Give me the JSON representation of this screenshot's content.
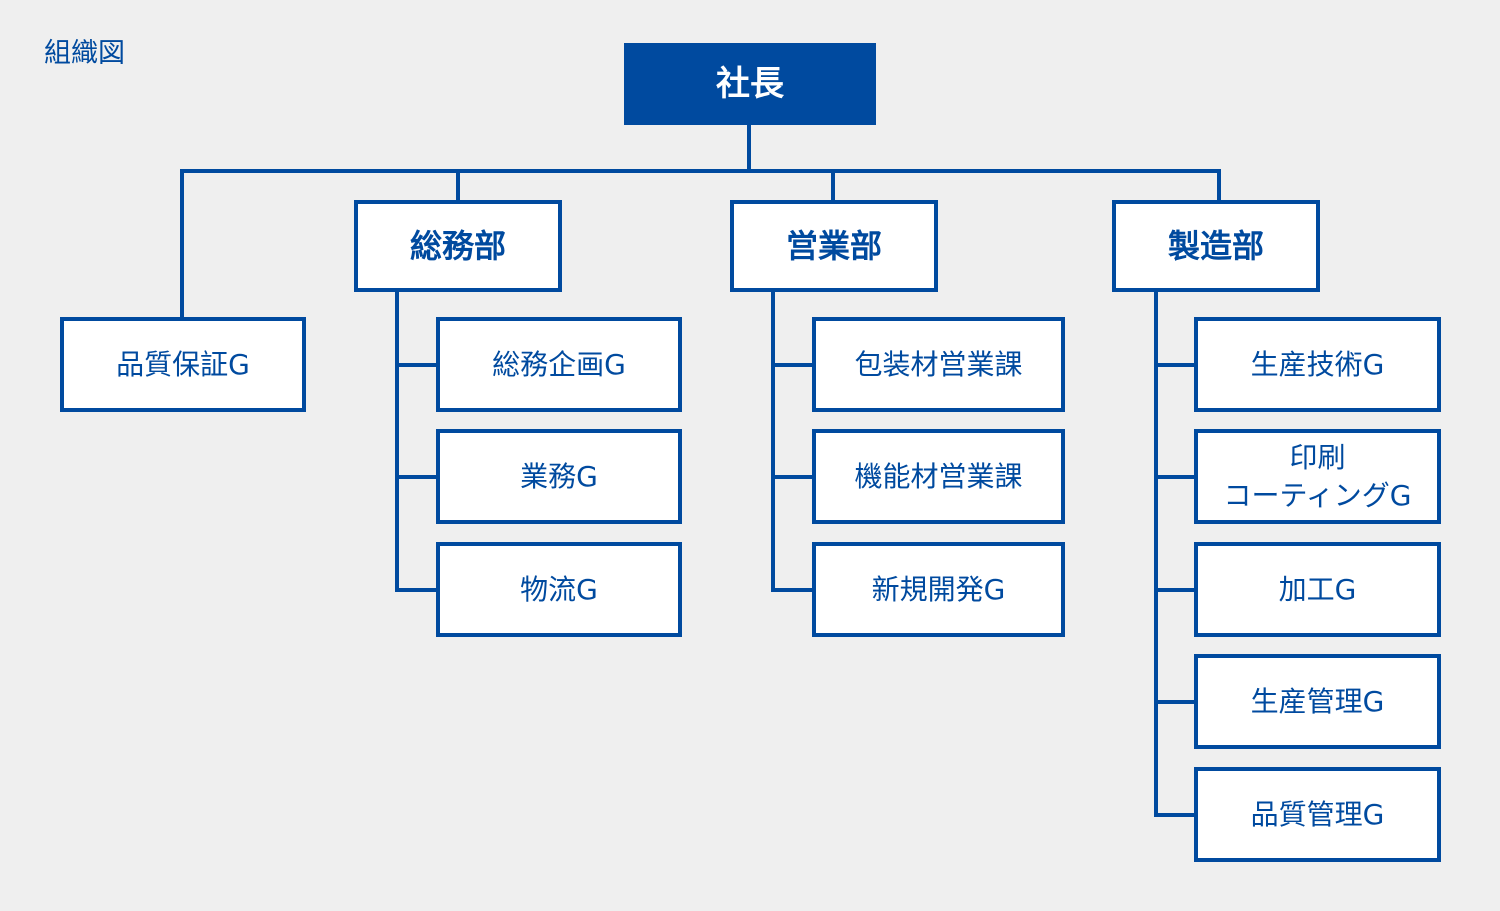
{
  "title": "組織図",
  "colors": {
    "primary": "#004a9f",
    "background": "#efefef",
    "box_fill": "#ffffff"
  },
  "org": {
    "top": "社長",
    "quality_unit": "品質保証G",
    "general_affairs": {
      "name": "総務部",
      "units": [
        "総務企画G",
        "業務G",
        "物流G"
      ]
    },
    "sales": {
      "name": "営業部",
      "units": [
        "包装材営業課",
        "機能材営業課",
        "新規開発G"
      ]
    },
    "manufacturing": {
      "name": "製造部",
      "units": [
        "生産技術G",
        "印刷\nコーティングG",
        "加工G",
        "生産管理G",
        "品質管理G"
      ]
    }
  }
}
